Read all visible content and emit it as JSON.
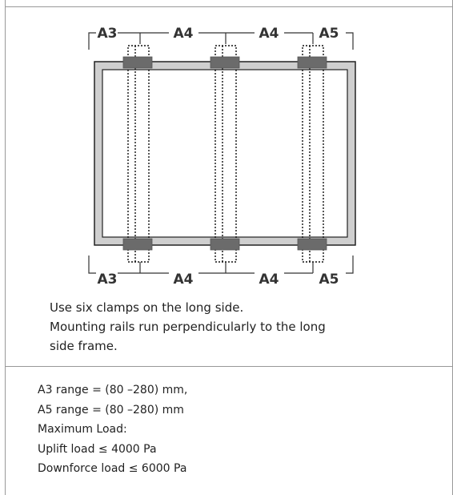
{
  "diagram": {
    "top_labels": [
      "A3",
      "A4",
      "A4",
      "A5"
    ],
    "bottom_labels": [
      "A3",
      "A4",
      "A4",
      "A5"
    ],
    "colors": {
      "frame_fill": "#cfcfcf",
      "frame_stroke": "#222222",
      "clamp": "#6b6b6b",
      "line": "#333333"
    }
  },
  "description": {
    "line1": "Use six clamps on the long side.",
    "line2": "Mounting rails run perpendicularly to the long",
    "line3": "side frame."
  },
  "specs": {
    "a3_range": "A3 range = (80 –280) mm,",
    "a5_range": "A5 range = (80 –280) mm",
    "max_load_label": "Maximum Load:",
    "uplift": "Uplift load ≤ 4000 Pa",
    "downforce": "Downforce load ≤ 6000 Pa"
  }
}
